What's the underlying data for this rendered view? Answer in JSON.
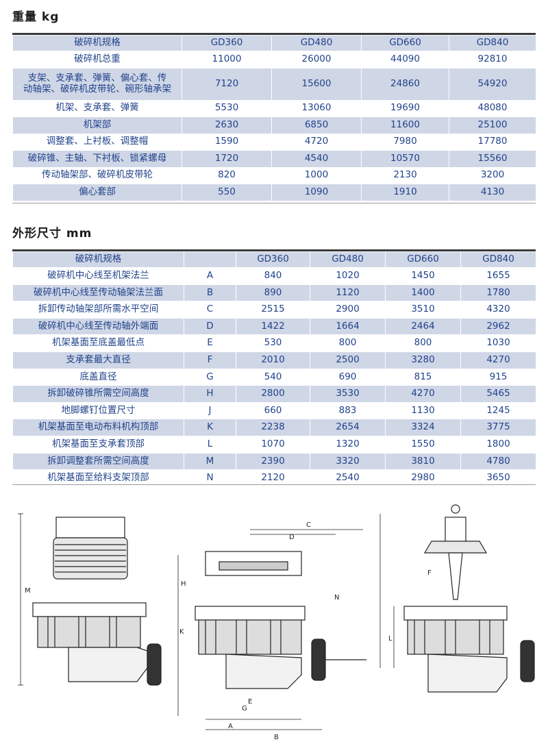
{
  "weight_section": {
    "title": "重量 kg",
    "header": [
      "破碎机规格",
      "GD360",
      "GD480",
      "GD660",
      "GD840"
    ],
    "rows": [
      [
        "破碎机总重",
        "11000",
        "26000",
        "44090",
        "92810"
      ],
      [
        "支架、支承套、弹簧、偏心套、传\n动轴架、破碎机皮带轮、碗形轴承架",
        "7120",
        "15600",
        "24860",
        "54920"
      ],
      [
        "机架、支承套、弹簧",
        "5530",
        "13060",
        "19690",
        "48080"
      ],
      [
        "机架部",
        "2630",
        "6850",
        "11600",
        "25100"
      ],
      [
        "调整套、上衬板、调整帽",
        "1590",
        "4720",
        "7980",
        "17780"
      ],
      [
        "破碎锥、主轴、下衬板、锁紧螺母",
        "1720",
        "4540",
        "10570",
        "15560"
      ],
      [
        "传动轴架部、破碎机皮带轮",
        "820",
        "1000",
        "2130",
        "3200"
      ],
      [
        "偏心套部",
        "550",
        "1090",
        "1910",
        "4130"
      ]
    ]
  },
  "dimension_section": {
    "title": "外形尺寸 mm",
    "header": [
      "破碎机规格",
      "",
      "GD360",
      "GD480",
      "GD660",
      "GD840"
    ],
    "rows": [
      [
        "破碎机中心线至机架法兰",
        "A",
        "840",
        "1020",
        "1450",
        "1655"
      ],
      [
        "破碎机中心线至传动轴架法兰面",
        "B",
        "890",
        "1120",
        "1400",
        "1780"
      ],
      [
        "拆卸传动轴架部所需水平空间",
        "C",
        "2515",
        "2900",
        "3510",
        "4320"
      ],
      [
        "破碎机中心线至传动轴外端面",
        "D",
        "1422",
        "1664",
        "2464",
        "2962"
      ],
      [
        "机架基面至底盖最低点",
        "E",
        "530",
        "800",
        "800",
        "1030"
      ],
      [
        "支承套最大直径",
        "F",
        "2010",
        "2500",
        "3280",
        "4270"
      ],
      [
        "底盖直径",
        "G",
        "540",
        "690",
        "815",
        "915"
      ],
      [
        "拆卸破碎锥所需空间高度",
        "H",
        "2800",
        "3530",
        "4270",
        "5465"
      ],
      [
        "地脚螺钉位置尺寸",
        "J",
        "660",
        "883",
        "1130",
        "1245"
      ],
      [
        "机架基面至电动布料机构顶部",
        "K",
        "2238",
        "2654",
        "3324",
        "3775"
      ],
      [
        "机架基面至支承套顶部",
        "L",
        "1070",
        "1320",
        "1550",
        "1800"
      ],
      [
        "拆卸调整套所需空间高度",
        "M",
        "2390",
        "3320",
        "3810",
        "4780"
      ],
      [
        "机架基面至给料支架顶部",
        "N",
        "2120",
        "2540",
        "2980",
        "3650"
      ]
    ]
  },
  "diagram_labels": [
    "M",
    "C",
    "D",
    "N",
    "K",
    "H",
    "E",
    "G",
    "A",
    "B",
    "F",
    "L"
  ]
}
